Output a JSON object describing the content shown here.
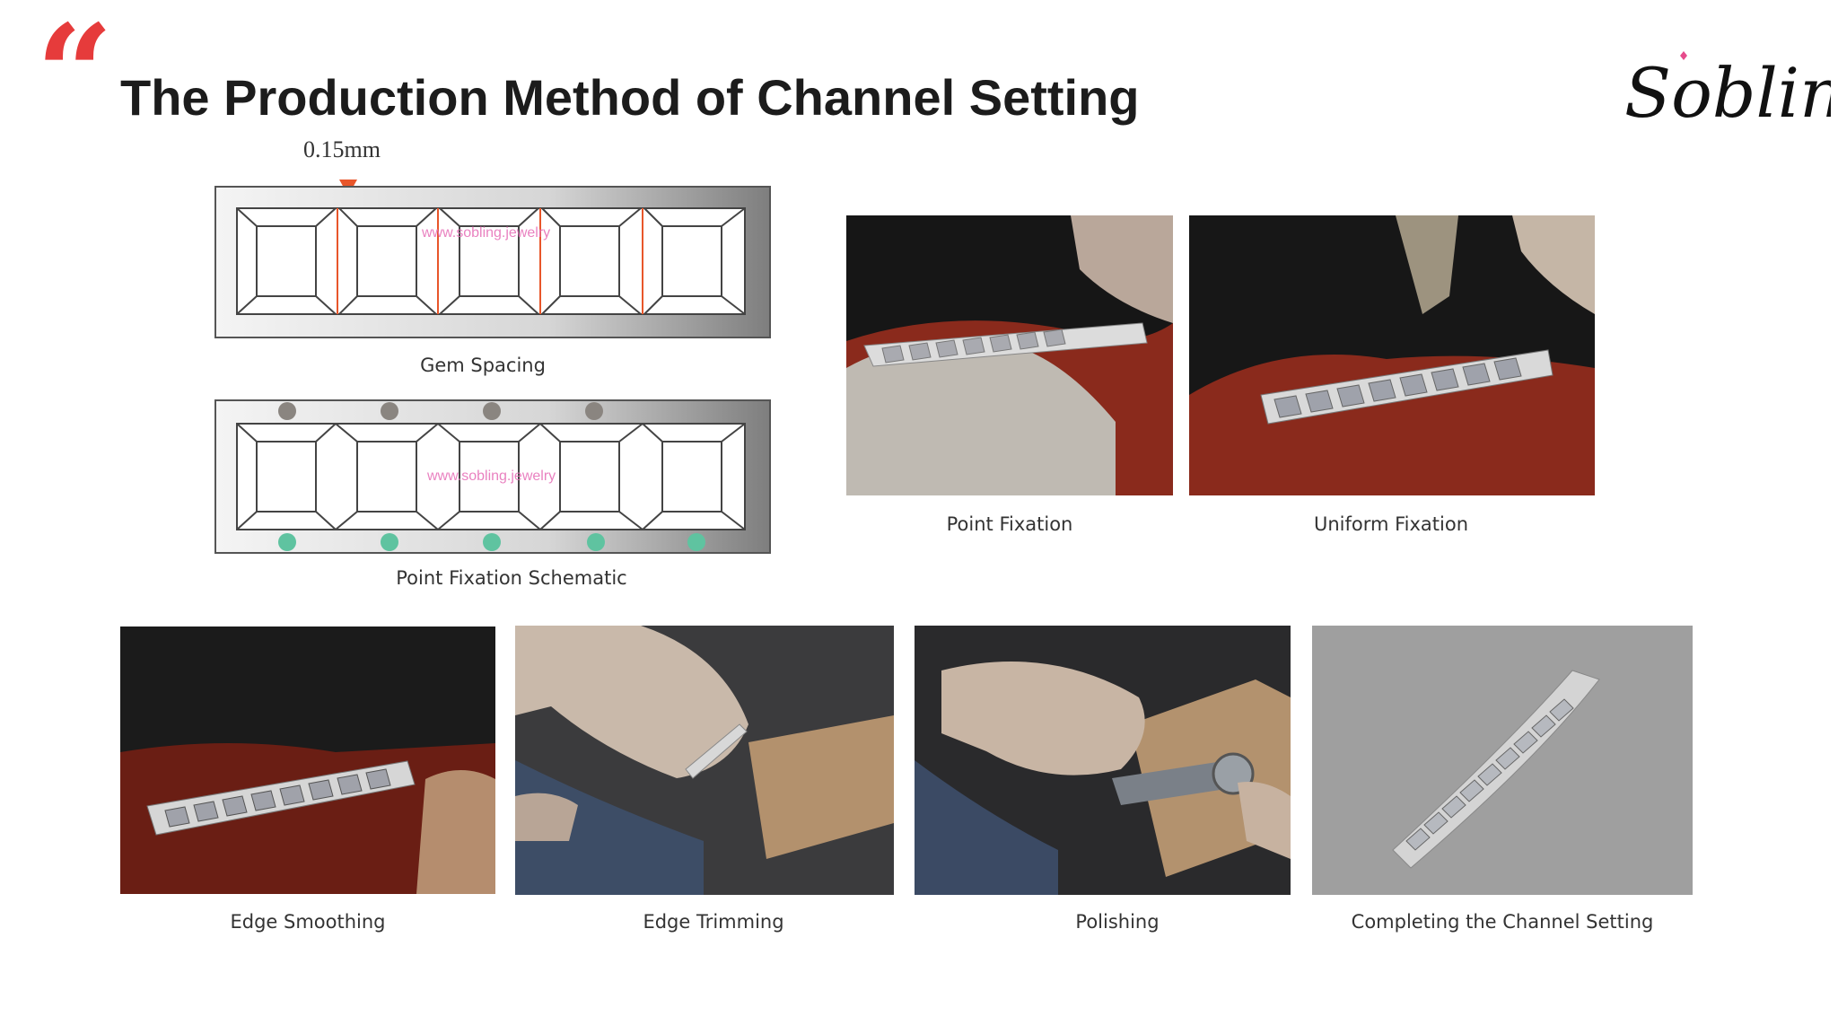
{
  "title": "The Production Method of Channel Setting",
  "brand": {
    "logo_text": "Sobling"
  },
  "quote_mark": "“",
  "diagrams": {
    "gem_spacing": {
      "measurement": "0.15mm",
      "watermark": "www.sobling.jewelry",
      "caption": "Gem Spacing"
    },
    "point_fixation_schematic": {
      "watermark": "www.sobling.jewelry",
      "caption": "Point Fixation Schematic"
    }
  },
  "photos": {
    "point_fixation": {
      "caption": "Point Fixation"
    },
    "uniform_fixation": {
      "caption": "Uniform Fixation"
    },
    "edge_smoothing": {
      "caption": "Edge Smoothing"
    },
    "edge_trimming": {
      "caption": "Edge Trimming"
    },
    "polishing": {
      "caption": "Polishing"
    },
    "completing": {
      "caption": "Completing the Channel Setting"
    }
  },
  "colors": {
    "accent_red": "#e63b3b",
    "marker_orange": "#e8562a",
    "dot_gray": "#8a8580",
    "dot_teal": "#5fc3a0",
    "watermark_pink": "#e66cb6"
  }
}
